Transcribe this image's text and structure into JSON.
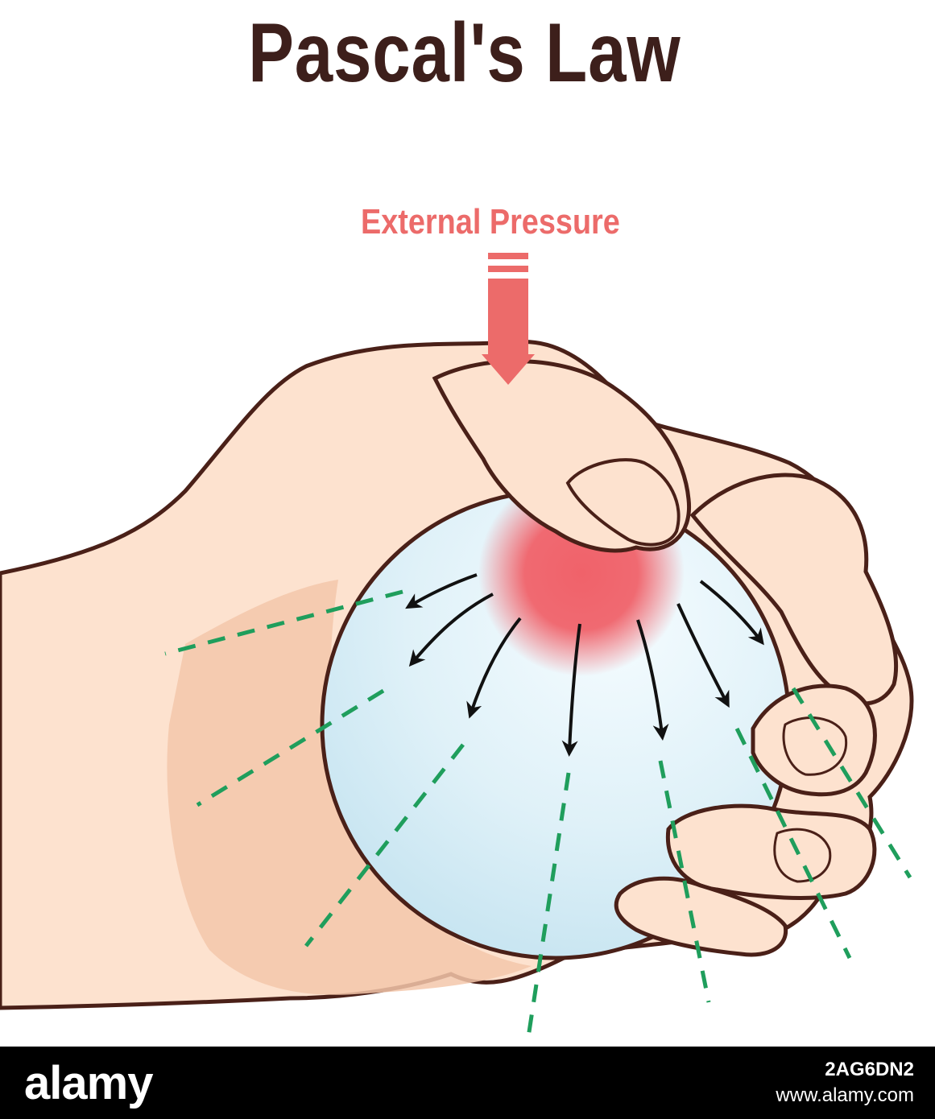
{
  "title": "Pascal's Law",
  "label": "External Pressure",
  "colors": {
    "title": "#3d1f1b",
    "label": "#ec6b6a",
    "arrow": "#ec6b6a",
    "skin": "#fde2cf",
    "skin_shade": "#e9b898",
    "outline": "#4a2018",
    "ball": "#d3ebf5",
    "ball_light": "#f2fbff",
    "pressure_spot": "#f0626a",
    "force_arrow": "#111111",
    "dashed_line": "#1f9e5c"
  },
  "footer": {
    "logo": "alamy",
    "image_id": "2AG6DN2",
    "url": "www.alamy.com"
  }
}
